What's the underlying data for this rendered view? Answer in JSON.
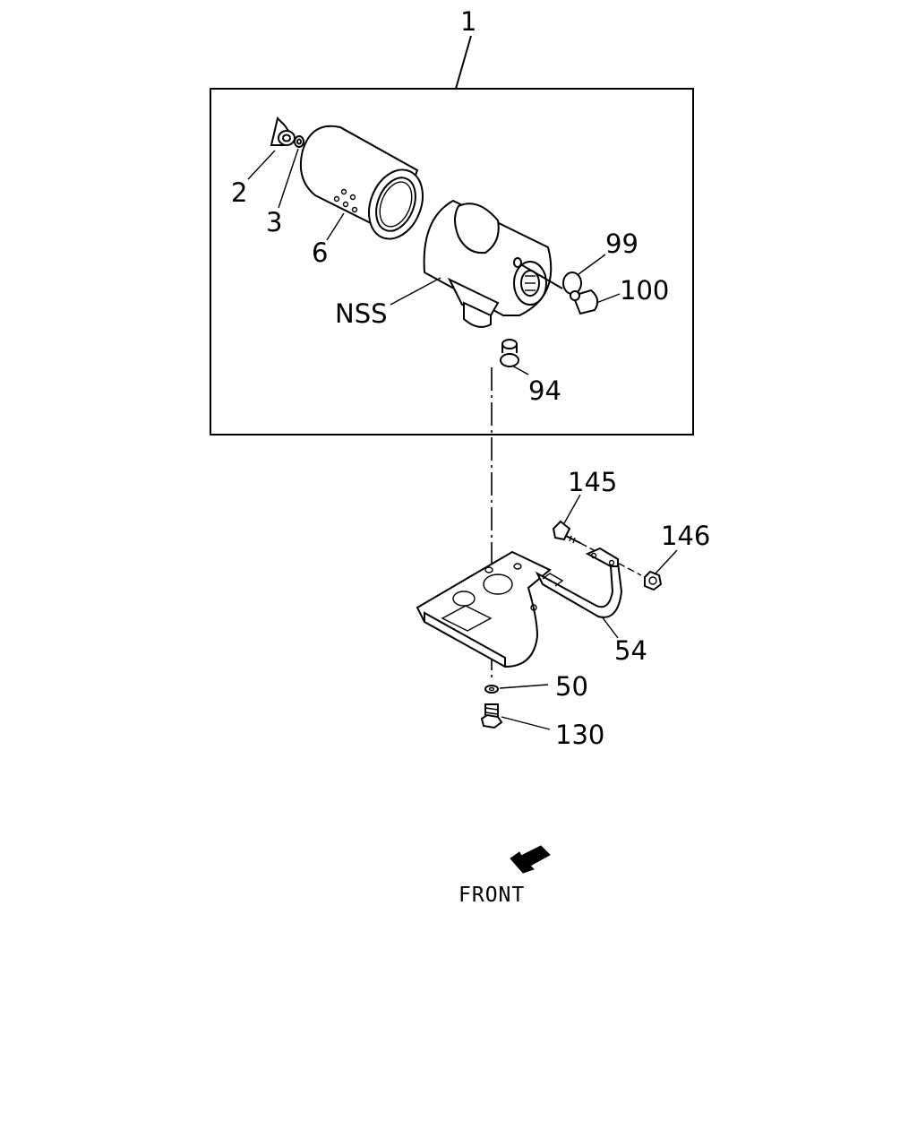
{
  "callouts": {
    "assembly": "1",
    "c2": "2",
    "c3": "3",
    "c6": "6",
    "nss": "NSS",
    "c99": "99",
    "c100": "100",
    "c94": "94",
    "c145": "145",
    "c146": "146",
    "c54": "54",
    "c50": "50",
    "c130": "130"
  },
  "orientation": {
    "front_label": "FRONT",
    "icon": "front-arrow-icon"
  }
}
